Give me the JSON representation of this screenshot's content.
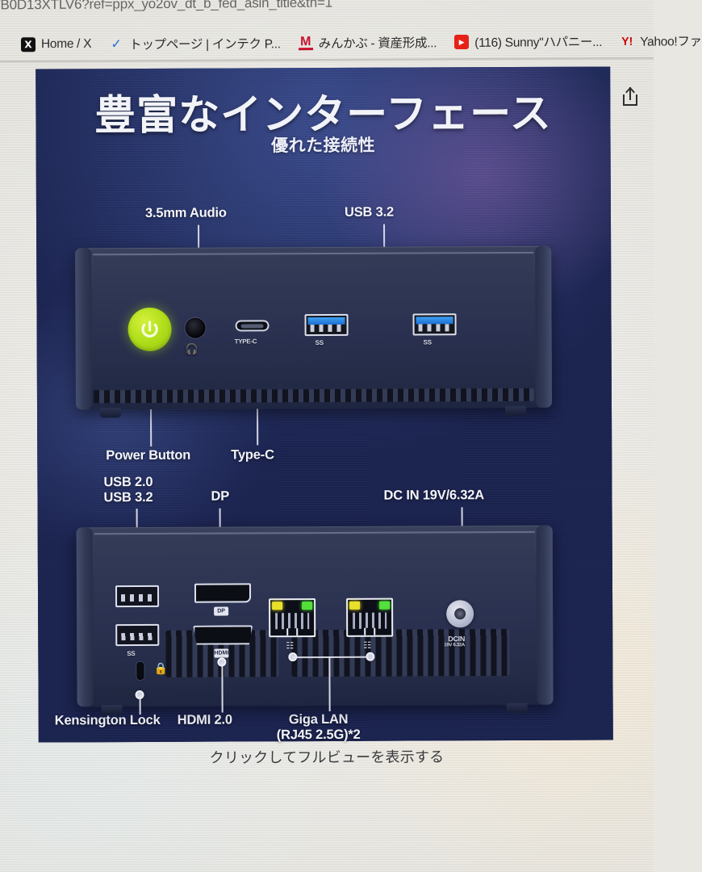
{
  "browser": {
    "url_fragment": "/B0D13XTLV6?ref=ppx_yo2ov_dt_b_fed_asin_title&th=1",
    "bookmarks": [
      {
        "label": "Home / X",
        "icon": "x-logo-icon",
        "glyph": "X"
      },
      {
        "label": "トップページ | インテク P...",
        "icon": "intec-icon",
        "glyph": "✓"
      },
      {
        "label": "みんかぶ - 資産形成...",
        "icon": "minkabu-icon",
        "glyph": "M"
      },
      {
        "label": "(116) Sunny\"ハパニー...",
        "icon": "youtube-icon",
        "glyph": "▶"
      },
      {
        "label": "Yahoo!ファ",
        "icon": "yahoo-icon",
        "glyph": "Y!"
      }
    ],
    "share_button_label": "share"
  },
  "product_image": {
    "title": "豊富なインターフェース",
    "subtitle": "優れた接続性",
    "front_panel": {
      "callouts": [
        {
          "id": "audio",
          "label": "3.5mm Audio"
        },
        {
          "id": "usb32",
          "label": "USB 3.2"
        },
        {
          "id": "power",
          "label": "Power Button"
        },
        {
          "id": "typec",
          "label": "Type-C"
        }
      ],
      "port_marks": {
        "typec": "TYPE-C",
        "usb_left": "SS",
        "usb_right": "SS",
        "headphone_icon": "headphone-icon"
      }
    },
    "rear_panel": {
      "callouts": [
        {
          "id": "usb2032",
          "label": "USB 2.0\nUSB 3.2"
        },
        {
          "id": "dp",
          "label": "DP"
        },
        {
          "id": "dcin",
          "label": "DC IN 19V/6.32A"
        },
        {
          "id": "kensington",
          "label": "Kensington Lock"
        },
        {
          "id": "hdmi",
          "label": "HDMI 2.0"
        },
        {
          "id": "lan",
          "label": "Giga LAN\n(RJ45 2.5G)*2"
        }
      ],
      "port_marks": {
        "usb_ss": "SS",
        "dp_mark": "DP",
        "hdmi_mark": "HDMI",
        "lan_left": "lan-icon",
        "lan_right": "lan-icon",
        "dcin_mark": "DCIN",
        "dcin_sub": "19V 6.32A",
        "lock_icon": "lock-icon"
      }
    },
    "colors": {
      "background_navy": "#2a3770",
      "power_button_green": "#b3e01c",
      "usb3_blue": "#1b6fd4",
      "lan_led_yellow": "#e8e02a",
      "lan_led_green": "#53e03a"
    }
  },
  "caption": {
    "full_view": "クリックしてフルビューを表示する"
  }
}
